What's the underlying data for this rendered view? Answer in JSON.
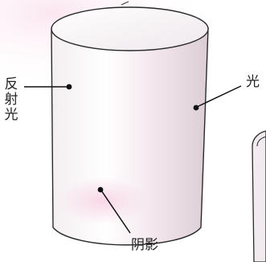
{
  "labels": {
    "reflected_light_chars": [
      "反",
      "射",
      "光"
    ],
    "light": "光",
    "shadow": "阴影"
  },
  "colors": {
    "outline": "#2a2a2a",
    "highlight": "#ffffff",
    "body_tone": "#e8dde2",
    "shadow_tone": "#f3d9e6",
    "accent_pink": "#f6c3dc"
  },
  "icons": {
    "main_object": "cylinder-shape",
    "partial_object": "cylinder-shape-partial",
    "leader_marker": "dot"
  }
}
